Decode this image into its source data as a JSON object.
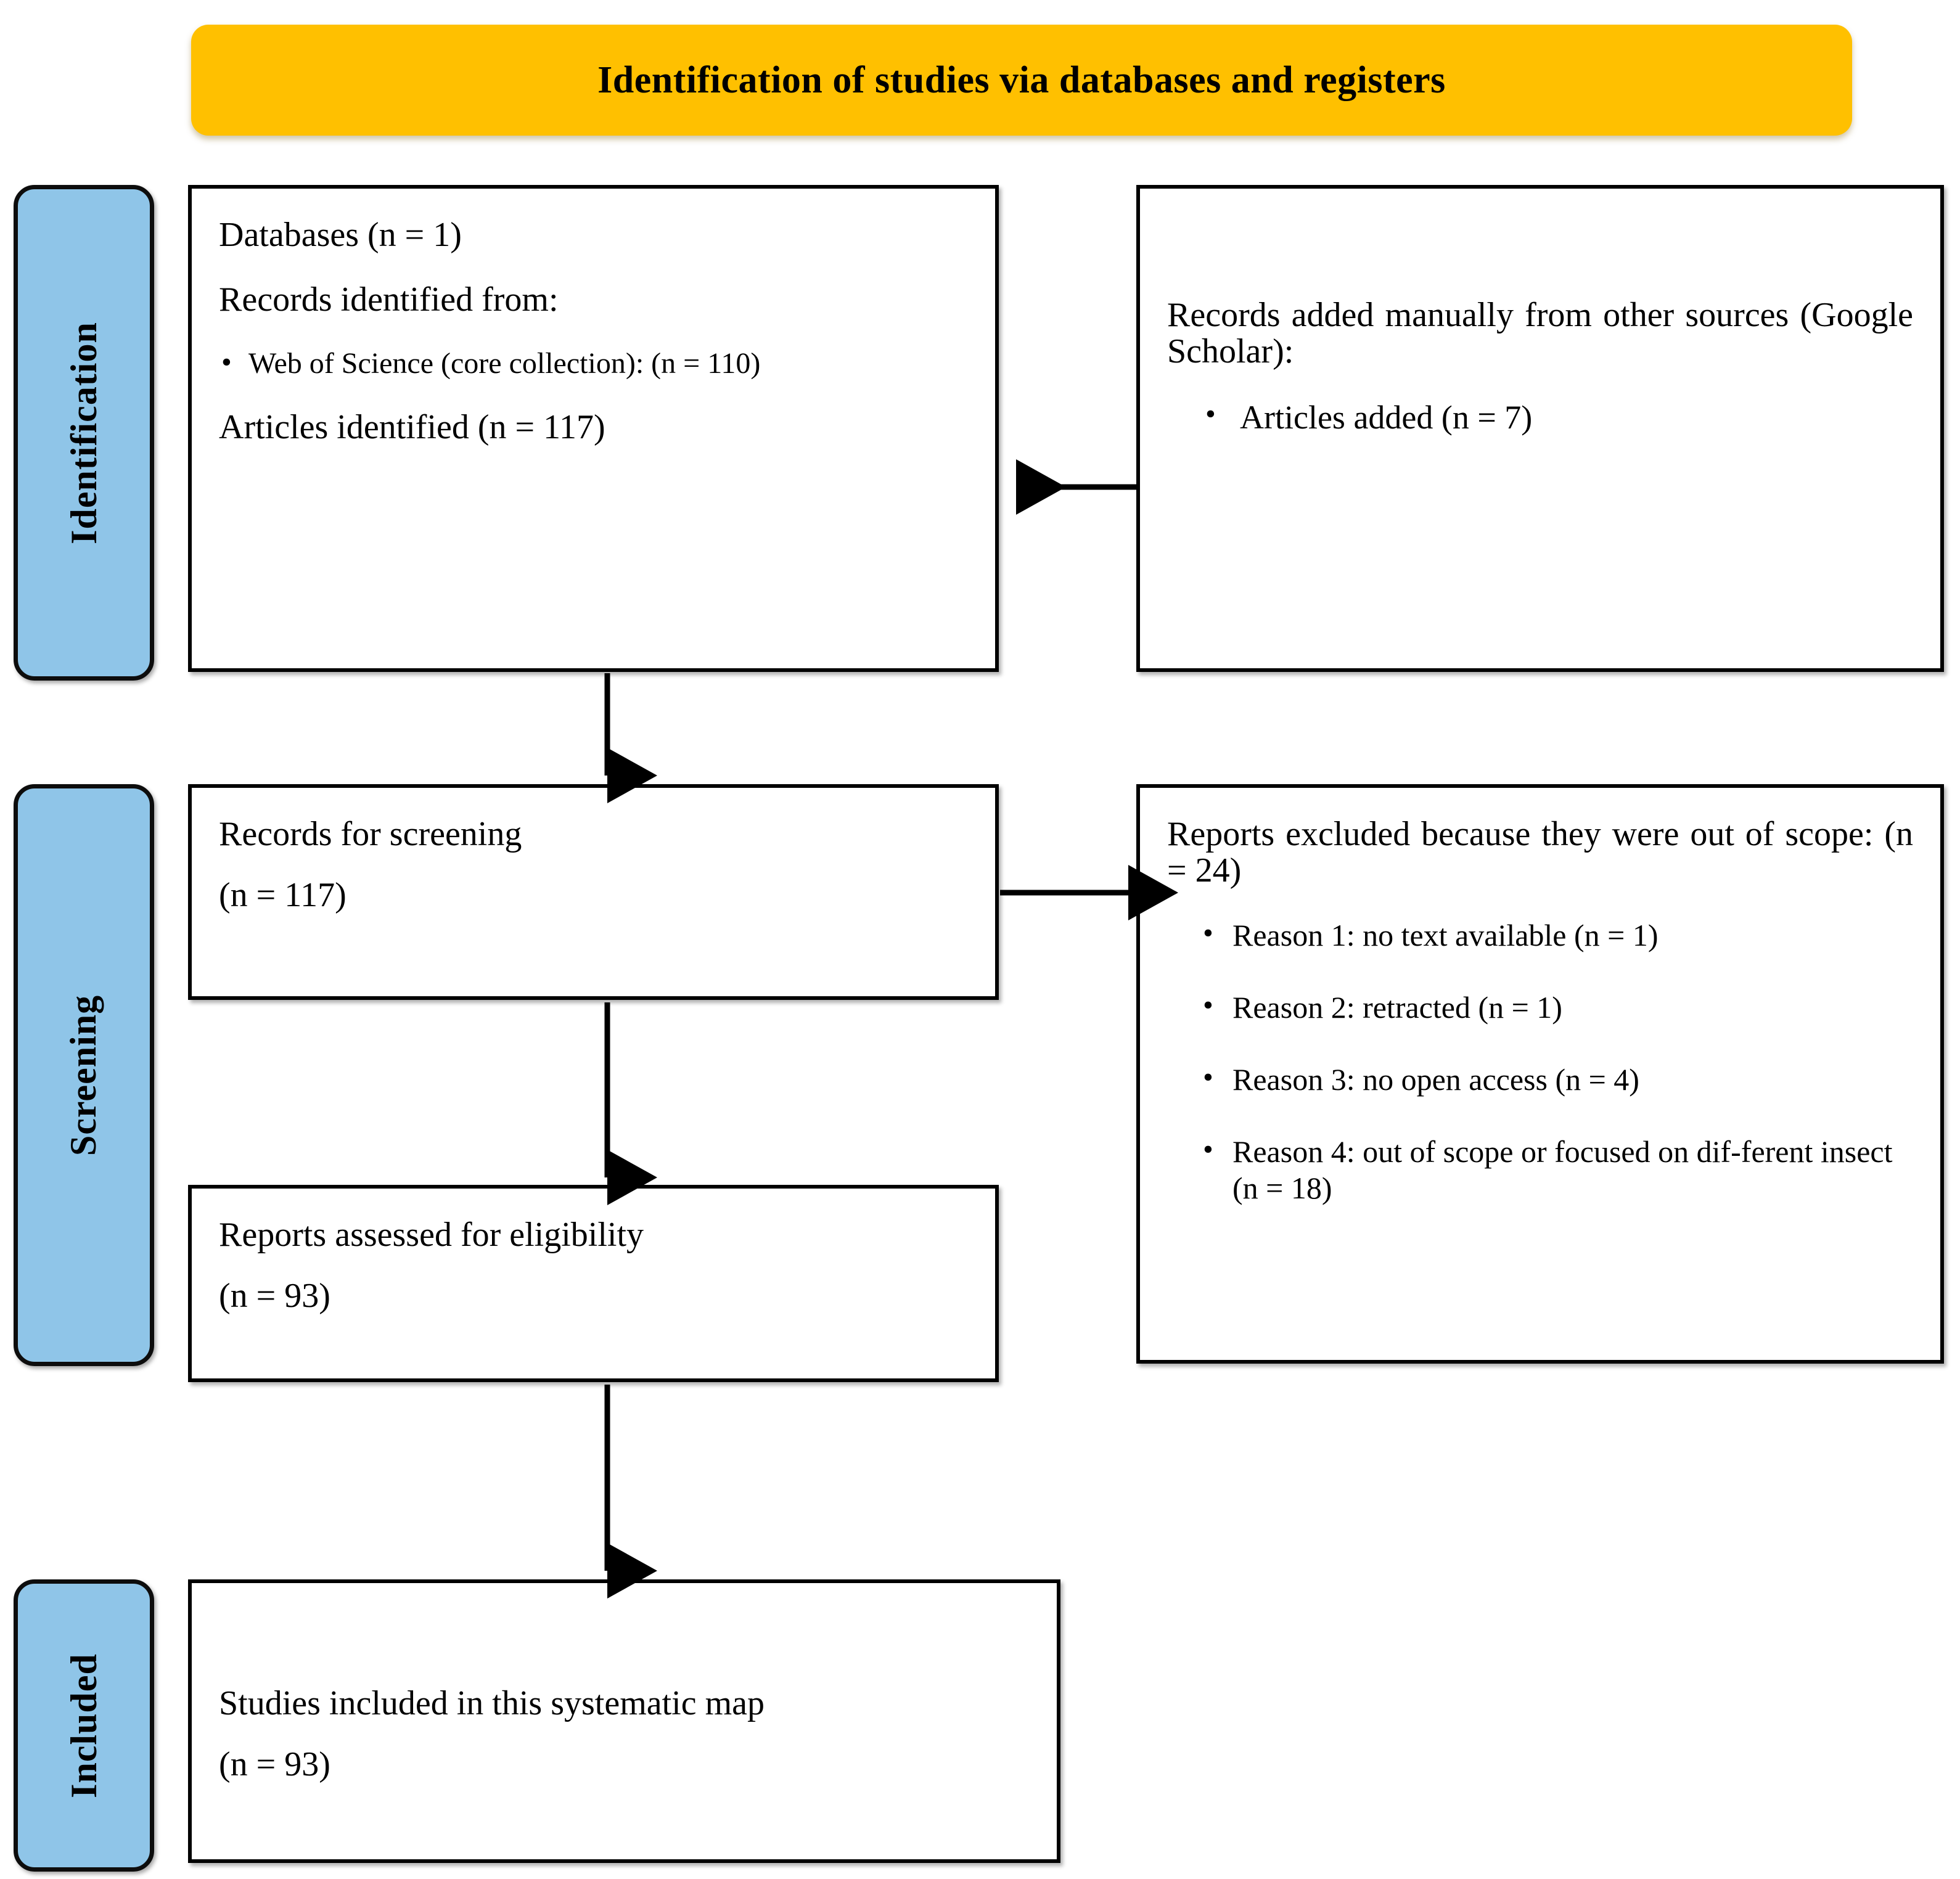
{
  "header": {
    "title": "Identification of studies via databases and registers",
    "background_color": "#FFC000"
  },
  "stages": {
    "accent_color": "#8FC5E8",
    "identification": "Identification",
    "screening": "Screening",
    "included": "Included"
  },
  "boxes": {
    "identification_left": {
      "line1": "Databases (n = 1)",
      "line2": "Records identified from:",
      "bullet1": "Web of Science (core collection): (n = 110)",
      "line3": "Articles identified (n = 117)"
    },
    "identification_right": {
      "line1": "Records added manually from other sources (Google Scholar):",
      "bullet1": "Articles added (n = 7)"
    },
    "records_screening": {
      "line1": "Records for screening",
      "line2": "(n = 117)"
    },
    "reports_eligibility": {
      "line1": "Reports assessed for eligibility",
      "line2": "(n = 93)"
    },
    "reports_excluded": {
      "line1": "Reports excluded because they were out of scope: (n = 24)",
      "reason1": "Reason 1: no text available (n = 1)",
      "reason2": "Reason 2: retracted (n = 1)",
      "reason3": "Reason 3: no open access (n = 4)",
      "reason4": "Reason 4: out of scope or focused on dif-ferent insect (n = 18)"
    },
    "studies_included": {
      "line1": "Studies included in this systematic map",
      "line2": "(n = 93)"
    }
  }
}
